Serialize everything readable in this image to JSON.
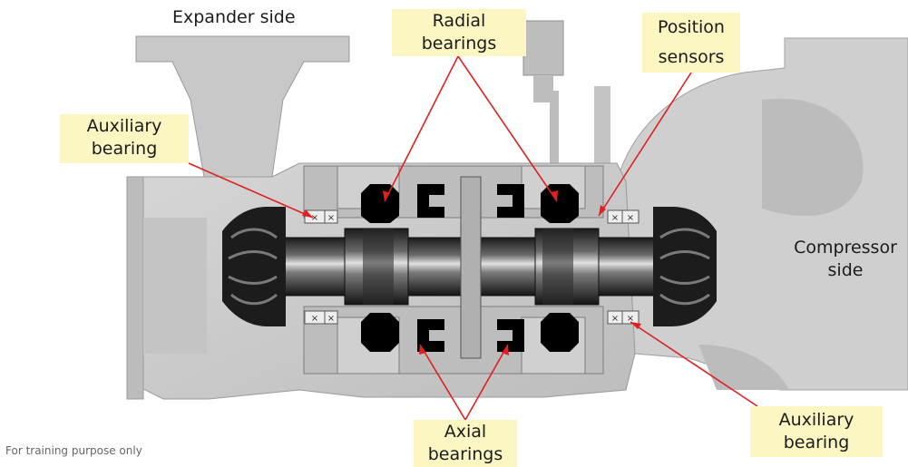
{
  "labels": {
    "expander_side": "Expander side",
    "radial_line1": "Radial",
    "radial_line2": "bearings",
    "position_line1": "Position",
    "position_line2": "sensors",
    "aux_left_line1": "Auxiliary",
    "aux_left_line2": "bearing",
    "compressor_line1": "Compressor",
    "compressor_line2": "side",
    "axial_line1": "Axial",
    "axial_line2": "bearings",
    "aux_right_line1": "Auxiliary",
    "aux_right_line2": "bearing",
    "footer": "For training purpose only"
  },
  "colors": {
    "label_box": "#fcf7c2",
    "leader_line": "#e02020",
    "housing": "#c9c9c9",
    "housing_dark": "#a9a9a9",
    "bearing": "#000000",
    "shaft": "#3c3c3c"
  }
}
